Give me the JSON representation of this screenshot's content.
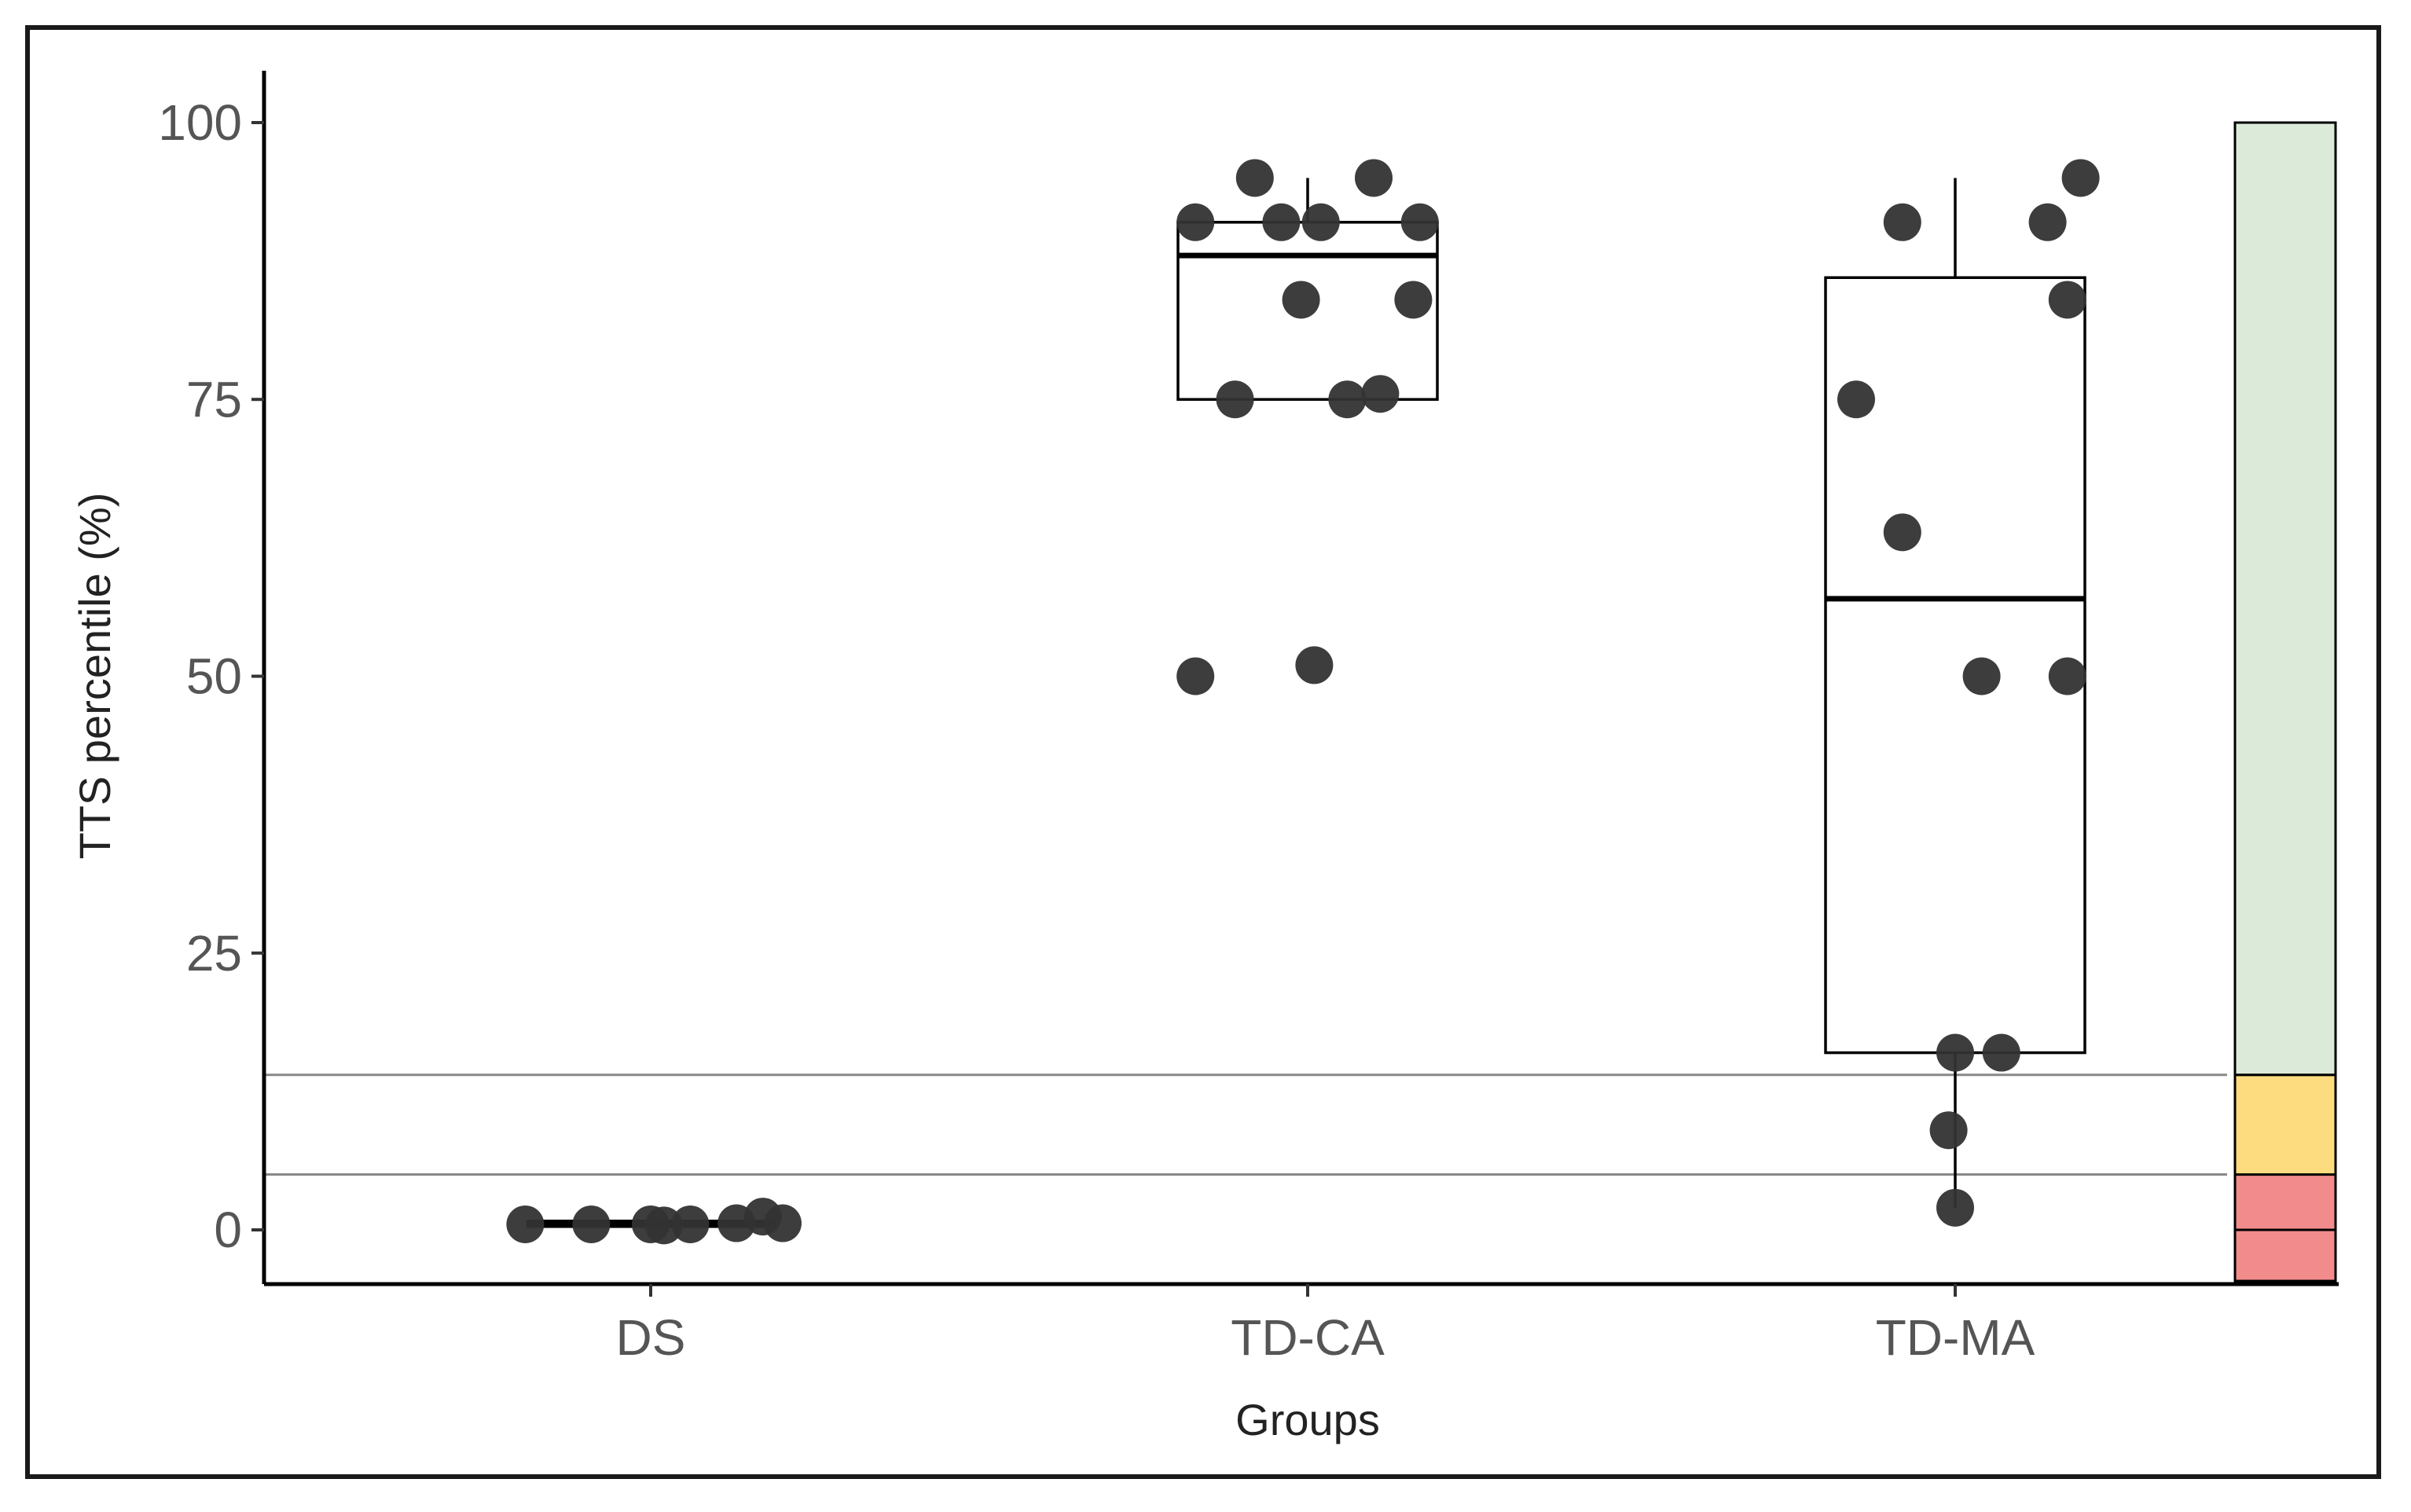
{
  "chart_data": {
    "type": "box",
    "title": "",
    "xlabel": "Groups",
    "ylabel": "TTS percentile (%)",
    "ylim": [
      -4.5,
      105
    ],
    "yticks": [
      0,
      25,
      50,
      75,
      100
    ],
    "categories": [
      "DS",
      "TD-CA",
      "TD-MA"
    ],
    "boxes": [
      {
        "group": "DS",
        "min": 0,
        "q1": 0.3,
        "median": 0.5,
        "q3": 0.8,
        "max": 1.5
      },
      {
        "group": "TD-CA",
        "min": 75,
        "q1": 75,
        "median": 88,
        "q3": 91,
        "max": 95
      },
      {
        "group": "TD-MA",
        "min": 2,
        "q1": 16,
        "median": 57,
        "q3": 86,
        "max": 95
      }
    ],
    "points": [
      {
        "group": "DS",
        "jitter": -0.19,
        "y": 0.5
      },
      {
        "group": "DS",
        "jitter": -0.09,
        "y": 0.5
      },
      {
        "group": "DS",
        "jitter": 0.0,
        "y": 0.5
      },
      {
        "group": "DS",
        "jitter": 0.02,
        "y": 0.4
      },
      {
        "group": "DS",
        "jitter": 0.06,
        "y": 0.5
      },
      {
        "group": "DS",
        "jitter": 0.13,
        "y": 0.6
      },
      {
        "group": "DS",
        "jitter": 0.17,
        "y": 1.2
      },
      {
        "group": "DS",
        "jitter": 0.2,
        "y": 0.6
      },
      {
        "group": "TD-CA",
        "jitter": -0.17,
        "y": 50
      },
      {
        "group": "TD-CA",
        "jitter": 0.01,
        "y": 51
      },
      {
        "group": "TD-CA",
        "jitter": -0.11,
        "y": 75
      },
      {
        "group": "TD-CA",
        "jitter": 0.06,
        "y": 75
      },
      {
        "group": "TD-CA",
        "jitter": 0.11,
        "y": 75.5
      },
      {
        "group": "TD-CA",
        "jitter": -0.01,
        "y": 84
      },
      {
        "group": "TD-CA",
        "jitter": 0.16,
        "y": 84
      },
      {
        "group": "TD-CA",
        "jitter": -0.17,
        "y": 91
      },
      {
        "group": "TD-CA",
        "jitter": -0.04,
        "y": 91
      },
      {
        "group": "TD-CA",
        "jitter": 0.02,
        "y": 91
      },
      {
        "group": "TD-CA",
        "jitter": 0.17,
        "y": 91
      },
      {
        "group": "TD-CA",
        "jitter": -0.08,
        "y": 95
      },
      {
        "group": "TD-CA",
        "jitter": 0.1,
        "y": 95
      },
      {
        "group": "TD-MA",
        "jitter": -0.08,
        "y": 63
      },
      {
        "group": "TD-MA",
        "jitter": -0.15,
        "y": 75
      },
      {
        "group": "TD-MA",
        "jitter": -0.08,
        "y": 91
      },
      {
        "group": "TD-MA",
        "jitter": 0.14,
        "y": 91
      },
      {
        "group": "TD-MA",
        "jitter": 0.19,
        "y": 95
      },
      {
        "group": "TD-MA",
        "jitter": 0.17,
        "y": 84
      },
      {
        "group": "TD-MA",
        "jitter": 0.04,
        "y": 50
      },
      {
        "group": "TD-MA",
        "jitter": 0.17,
        "y": 50
      },
      {
        "group": "TD-MA",
        "jitter": 0.0,
        "y": 16
      },
      {
        "group": "TD-MA",
        "jitter": 0.07,
        "y": 16
      },
      {
        "group": "TD-MA",
        "jitter": -0.01,
        "y": 9
      },
      {
        "group": "TD-MA",
        "jitter": 0.0,
        "y": 2
      }
    ],
    "reference_lines": [
      14,
      5
    ],
    "severity_bands": [
      {
        "from": 0,
        "to": 5,
        "color": "#f28b8b"
      },
      {
        "from": 5,
        "to": 14,
        "color": "#fddc7f"
      },
      {
        "from": 14,
        "to": 100,
        "color": "#dcebd9"
      }
    ],
    "colors": {
      "point": "#333333",
      "box": "#000000",
      "reference_line": "#888888"
    },
    "grid": false,
    "legend": "none"
  }
}
